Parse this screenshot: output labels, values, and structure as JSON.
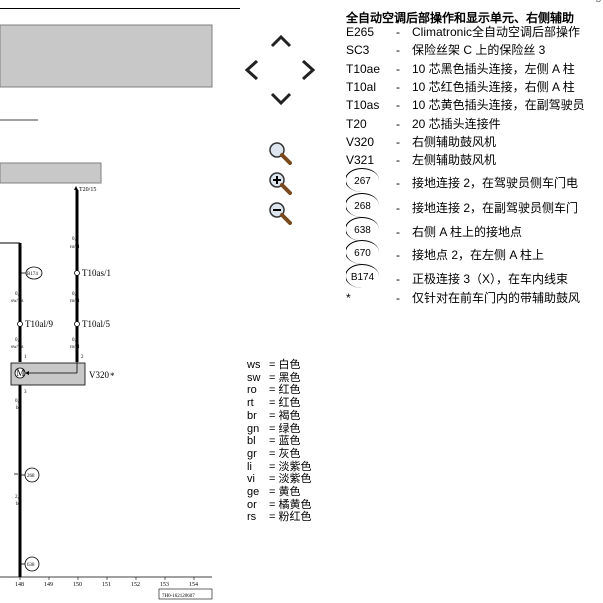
{
  "page_corner_mark": "D",
  "legend": {
    "title": "全自动空调后部操作和显示单元、右侧辅助",
    "entries": [
      {
        "code": "E265",
        "dash": "-",
        "desc": "Climatronic全自动空调后部操作"
      },
      {
        "code": "SC3",
        "dash": "-",
        "desc": "保险丝架 C 上的保险丝 3"
      },
      {
        "code": "T10ae",
        "dash": "-",
        "desc": "10 芯黑色插头连接，左侧 A 柱"
      },
      {
        "code": "T10al",
        "dash": "-",
        "desc": "10 芯红色插头连接，右侧 A 柱"
      },
      {
        "code": "T10as",
        "dash": "-",
        "desc": "10 芯黄色插头连接，在副驾驶员"
      },
      {
        "code": "T20",
        "dash": "-",
        "desc": "20 芯插头连接件"
      },
      {
        "code": "V320",
        "dash": "-",
        "desc": "右侧辅助鼓风机"
      },
      {
        "code": "V321",
        "dash": "-",
        "desc": "左侧辅助鼓风机"
      }
    ],
    "ground_entries": [
      {
        "code": "267",
        "dash": "-",
        "desc": "接地连接 2，在驾驶员侧车门电"
      },
      {
        "code": "268",
        "dash": "-",
        "desc": "接地连接 2，在副驾驶员侧车门"
      },
      {
        "code": "638",
        "dash": "-",
        "desc": "右侧 A 柱上的接地点"
      },
      {
        "code": "670",
        "dash": "-",
        "desc": "接地点 2，在左侧 A 柱上"
      },
      {
        "code": "B174",
        "dash": "-",
        "desc": "正极连接 3（X），在车内线束"
      }
    ],
    "footnote": {
      "code": "*",
      "dash": "-",
      "desc": "仅针对在前车门内的带辅助鼓风"
    }
  },
  "colors": [
    {
      "abbr": "ws",
      "eq": "=",
      "name": "白色"
    },
    {
      "abbr": "sw",
      "eq": "=",
      "name": "黑色"
    },
    {
      "abbr": "ro",
      "eq": "=",
      "name": "红色"
    },
    {
      "abbr": "rt",
      "eq": "=",
      "name": "红色"
    },
    {
      "abbr": "br",
      "eq": "=",
      "name": "褐色"
    },
    {
      "abbr": "gn",
      "eq": "=",
      "name": "绿色"
    },
    {
      "abbr": "bl",
      "eq": "=",
      "name": "蓝色"
    },
    {
      "abbr": "gr",
      "eq": "=",
      "name": "灰色"
    },
    {
      "abbr": "li",
      "eq": "=",
      "name": "淡紫色"
    },
    {
      "abbr": "vi",
      "eq": "=",
      "name": "淡紫色"
    },
    {
      "abbr": "ge",
      "eq": "=",
      "name": "黄色"
    },
    {
      "abbr": "or",
      "eq": "=",
      "name": "橘黄色"
    },
    {
      "abbr": "rs",
      "eq": "=",
      "name": "粉红色"
    }
  ],
  "diagram": {
    "connector_top": "T20/15",
    "wire_label_a_size": "0,5",
    "wire_label_a_color": "ro/bl",
    "pin_t10as_1": "T10as/1",
    "pin_t10al_9": "T10al/9",
    "pin_t10al_5": "T10al/5",
    "node_b174": "B174",
    "wire_left_1_size": "0,5",
    "wire_left_1_color": "sw/ws",
    "wire_right_1_size": "0,5",
    "wire_right_1_color": "ro/bl",
    "wire_left_2_size": "0,5",
    "wire_left_2_color": "sw/ws",
    "wire_right_2_size": "0,5",
    "wire_right_2_color": "ro/bl",
    "motor_pin_1": "1",
    "motor_pin_2": "2",
    "motor_pin_3": "3",
    "motor_symbol": "M",
    "component_v320": "V320",
    "component_asterisk": "*",
    "wire_br_1_size": "0,5",
    "wire_br_1_color": "br",
    "ground_268": "268",
    "wire_br_2_size": "2,5",
    "wire_br_2_color": "br",
    "ground_638": "638",
    "axis_ticks": [
      "148",
      "149",
      "150",
      "151",
      "152",
      "153",
      "154"
    ],
    "doc_id": "7H0-162120607"
  },
  "icons": {
    "nav": [
      "pan-up-icon",
      "pan-left-icon",
      "pan-right-icon",
      "pan-down-icon"
    ],
    "zoom": [
      "zoom-fit-icon",
      "zoom-in-icon",
      "zoom-out-icon"
    ]
  }
}
